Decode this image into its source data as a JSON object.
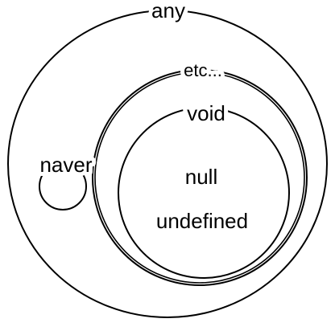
{
  "labels": {
    "outer": "any",
    "middle": "etc...",
    "inner": "void",
    "small": "naver",
    "inner_null": "null",
    "inner_undefined": "undefined"
  },
  "colors": {
    "stroke": "#000000",
    "background": "#ffffff",
    "text": "#000000"
  }
}
